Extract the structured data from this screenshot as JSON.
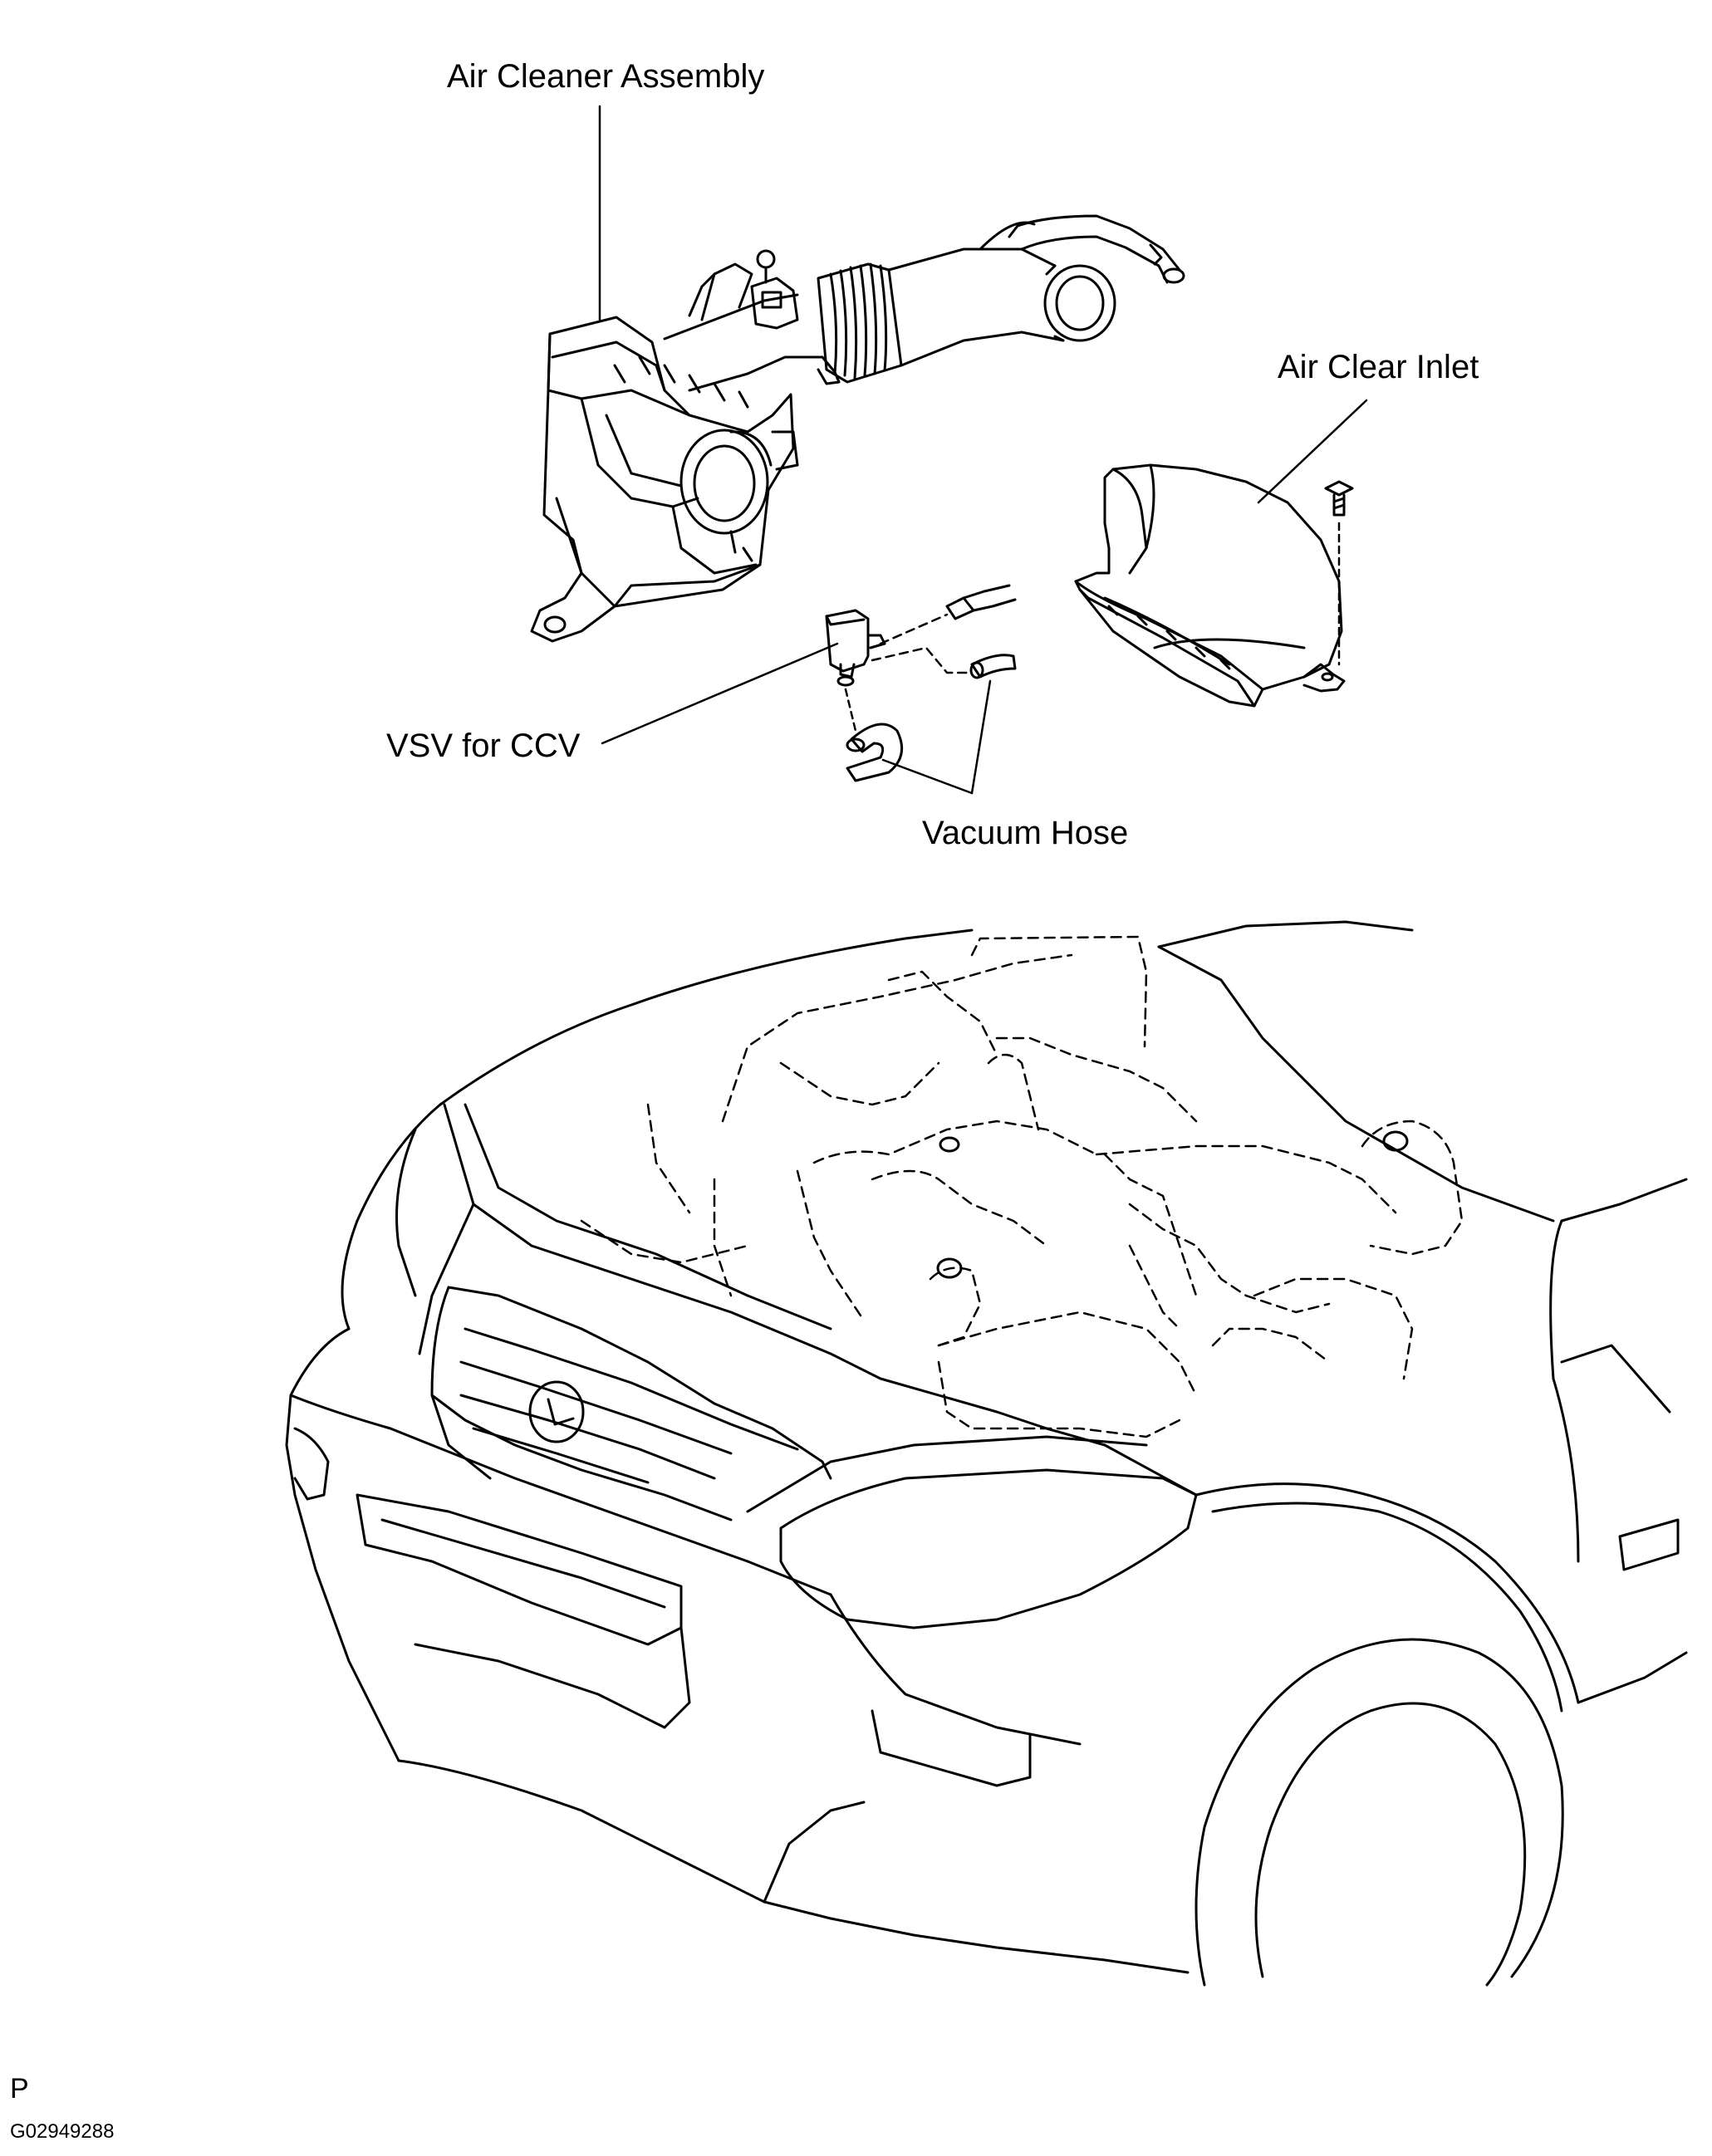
{
  "labels": {
    "air_cleaner_assembly": "Air Cleaner Assembly",
    "air_clear_inlet": "Air Clear Inlet",
    "vsv_for_ccv": "VSV for CCV",
    "vacuum_hose": "Vacuum Hose"
  },
  "page_marker": "P",
  "figure_code": "G02949288",
  "colors": {
    "line": "#000000",
    "background": "#ffffff"
  }
}
